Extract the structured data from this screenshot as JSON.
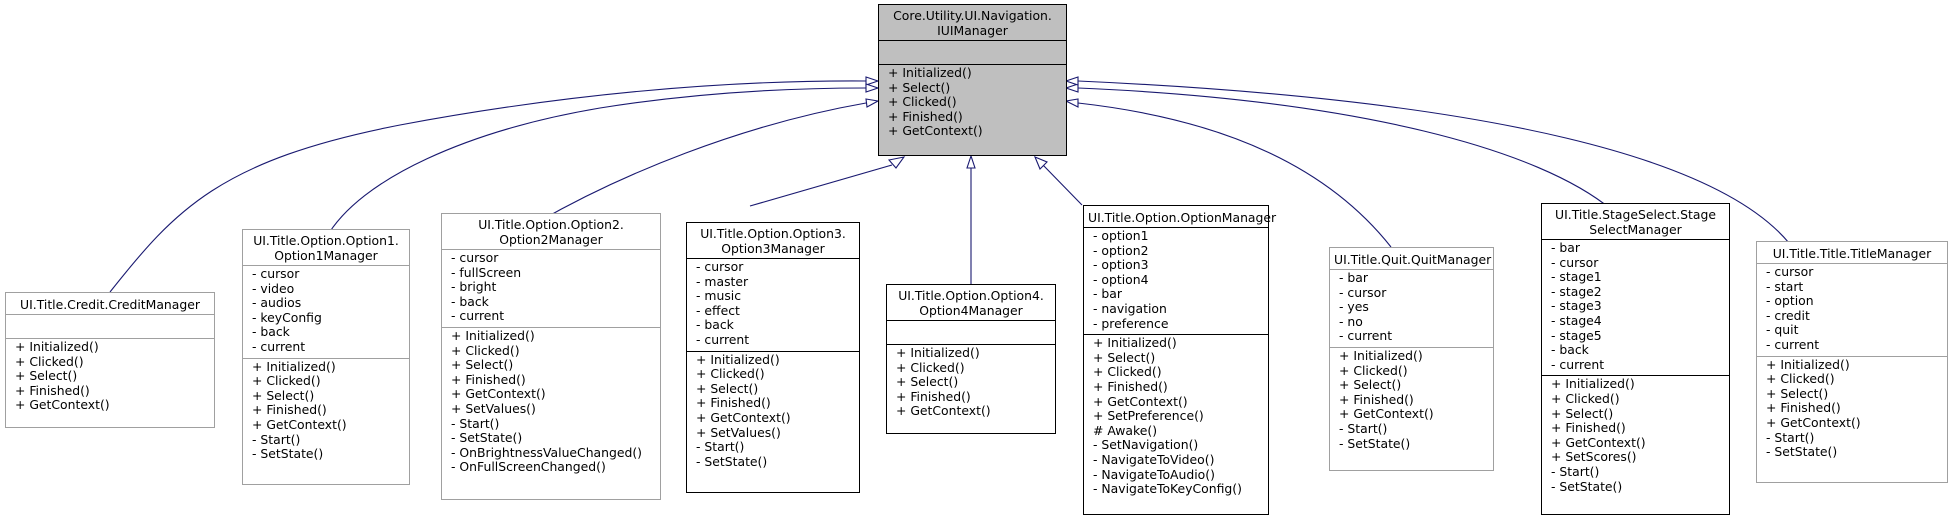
{
  "classes": {
    "iuimanager": {
      "title": [
        "Core.Utility.UI.Navigation.",
        "IUIManager"
      ],
      "attributes": [],
      "methods": [
        "+ Initialized()",
        "+ Select()",
        "+ Clicked()",
        "+ Finished()",
        "+ GetContext()"
      ]
    },
    "credit": {
      "title": [
        "UI.Title.Credit.CreditManager"
      ],
      "attributes": [],
      "methods": [
        "+ Initialized()",
        "+ Clicked()",
        "+ Select()",
        "+ Finished()",
        "+ GetContext()"
      ]
    },
    "option1": {
      "title": [
        "UI.Title.Option.Option1.",
        "Option1Manager"
      ],
      "attributes": [
        "- cursor",
        "- video",
        "- audios",
        "- keyConfig",
        "- back",
        "- current"
      ],
      "methods": [
        "+ Initialized()",
        "+ Clicked()",
        "+ Select()",
        "+ Finished()",
        "+ GetContext()",
        "- Start()",
        "- SetState()"
      ]
    },
    "option2": {
      "title": [
        "UI.Title.Option.Option2.",
        "Option2Manager"
      ],
      "attributes": [
        "- cursor",
        "- fullScreen",
        "- bright",
        "- back",
        "- current"
      ],
      "methods": [
        "+ Initialized()",
        "+ Clicked()",
        "+ Select()",
        "+ Finished()",
        "+ GetContext()",
        "+ SetValues()",
        "- Start()",
        "- SetState()",
        "- OnBrightnessValueChanged()",
        "- OnFullScreenChanged()"
      ]
    },
    "option3": {
      "title": [
        "UI.Title.Option.Option3.",
        "Option3Manager"
      ],
      "attributes": [
        "- cursor",
        "- master",
        "- music",
        "- effect",
        "- back",
        "- current"
      ],
      "methods": [
        "+ Initialized()",
        "+ Clicked()",
        "+ Select()",
        "+ Finished()",
        "+ GetContext()",
        "+ SetValues()",
        "- Start()",
        "- SetState()"
      ]
    },
    "option4": {
      "title": [
        "UI.Title.Option.Option4.",
        "Option4Manager"
      ],
      "attributes": [],
      "methods": [
        "+ Initialized()",
        "+ Clicked()",
        "+ Select()",
        "+ Finished()",
        "+ GetContext()"
      ]
    },
    "optionmanager": {
      "title": [
        "UI.Title.Option.OptionManager"
      ],
      "attributes": [
        "- option1",
        "- option2",
        "- option3",
        "- option4",
        "- bar",
        "- navigation",
        "- preference"
      ],
      "methods": [
        "+ Initialized()",
        "+ Select()",
        "+ Clicked()",
        "+ Finished()",
        "+ GetContext()",
        "+ SetPreference()",
        "# Awake()",
        "- SetNavigation()",
        "- NavigateToVideo()",
        "- NavigateToAudio()",
        "- NavigateToKeyConfig()"
      ]
    },
    "quit": {
      "title": [
        "UI.Title.Quit.QuitManager"
      ],
      "attributes": [
        "- bar",
        "- cursor",
        "- yes",
        "- no",
        "- current"
      ],
      "methods": [
        "+ Initialized()",
        "+ Clicked()",
        "+ Select()",
        "+ Finished()",
        "+ GetContext()",
        "- Start()",
        "- SetState()"
      ]
    },
    "stageselect": {
      "title": [
        "UI.Title.StageSelect.Stage",
        "SelectManager"
      ],
      "attributes": [
        "- bar",
        "- cursor",
        "- stage1",
        "- stage2",
        "- stage3",
        "- stage4",
        "- stage5",
        "- back",
        "- current"
      ],
      "methods": [
        "+ Initialized()",
        "+ Clicked()",
        "+ Select()",
        "+ Finished()",
        "+ GetContext()",
        "+ SetScores()",
        "- Start()",
        "- SetState()"
      ]
    },
    "title": {
      "title": [
        "UI.Title.Title.TitleManager"
      ],
      "attributes": [
        "- cursor",
        "- start",
        "- option",
        "- credit",
        "- quit",
        "- current"
      ],
      "methods": [
        "+ Initialized()",
        "+ Clicked()",
        "+ Select()",
        "+ Finished()",
        "+ GetContext()",
        "- Start()",
        "- SetState()"
      ]
    }
  },
  "colors": {
    "edge": "#191970",
    "interface_fill": "#bfbfbf",
    "border": "#000000",
    "muted_border": "#a0a0a0"
  }
}
